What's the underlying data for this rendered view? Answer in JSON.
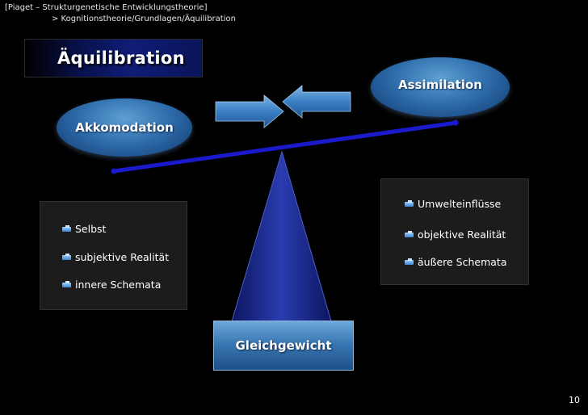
{
  "breadcrumb": {
    "line1": "[Piaget – Strukturgenetische Entwicklungstheorie]",
    "line2": "> Kognitionstheorie/Grundlagen/Äquilibration"
  },
  "title": "Äquilibration",
  "nodes": {
    "akkomodation": "Akkomodation",
    "assimilation": "Assimilation",
    "gleichgewicht": "Gleichgewicht"
  },
  "left_panel": {
    "items": [
      "Selbst",
      "subjektive Realität",
      "innere Schemata"
    ]
  },
  "right_panel": {
    "items": [
      "Umwelteinflüsse",
      "objektive Realität",
      "äußere Schemata"
    ]
  },
  "page_number": "10",
  "colors": {
    "beam": "#1a1acc",
    "ellipse": "#2f6fad",
    "triangle": "#1a2a8c",
    "arrow": "#3a7fc4"
  }
}
